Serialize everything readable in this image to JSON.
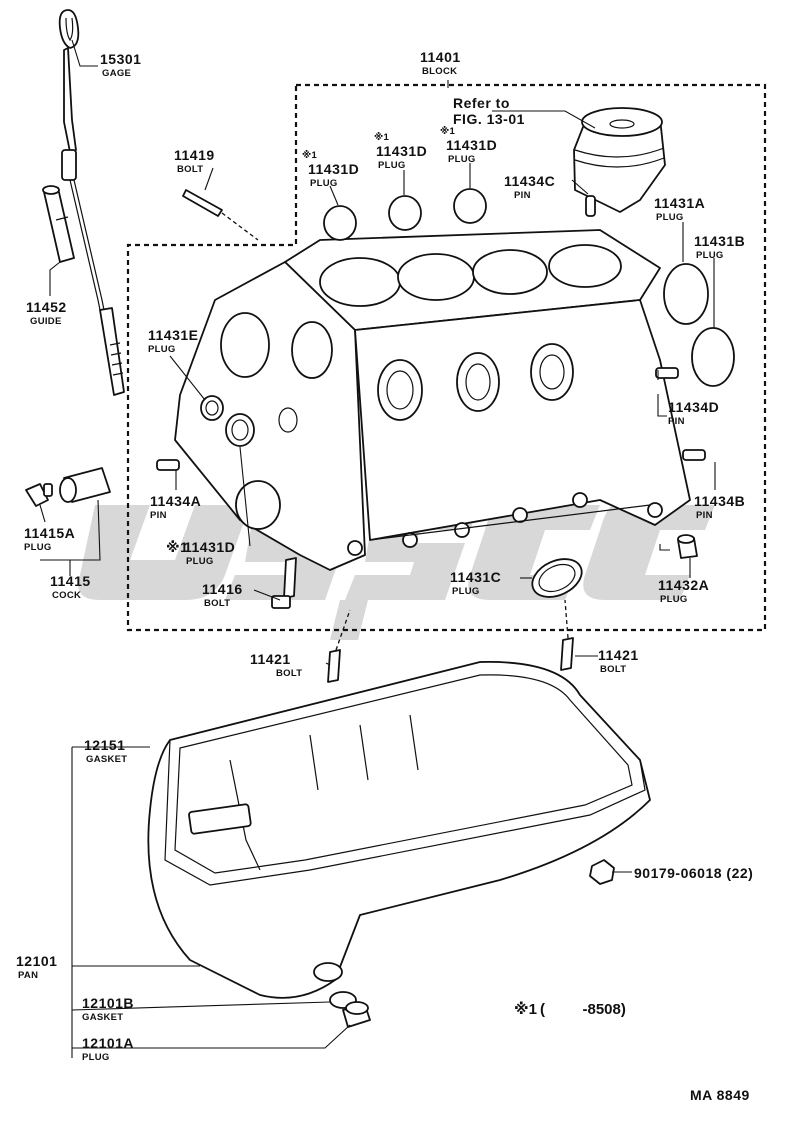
{
  "colors": {
    "ink": "#111111",
    "paper": "#ffffff",
    "watermark": "#b8b8b8"
  },
  "callouts": {
    "gage": {
      "number": "15301",
      "name": "GAGE"
    },
    "block": {
      "number": "11401",
      "name": "BLOCK"
    },
    "refer": {
      "line1": "Refer to",
      "line2": "FIG. 13-01"
    },
    "bolt_11419": {
      "number": "11419",
      "name": "BOLT"
    },
    "plug_11431d_a": {
      "mark": "※1",
      "number": "11431D",
      "name": "PLUG"
    },
    "plug_11431d_b": {
      "mark": "※1",
      "number": "11431D",
      "name": "PLUG"
    },
    "plug_11431d_c": {
      "mark": "※1",
      "number": "11431D",
      "name": "PLUG"
    },
    "pin_11434c": {
      "number": "11434C",
      "name": "PIN"
    },
    "plug_11431a": {
      "number": "11431A",
      "name": "PLUG"
    },
    "plug_11431b": {
      "number": "11431B",
      "name": "PLUG"
    },
    "guide": {
      "number": "11452",
      "name": "GUIDE"
    },
    "plug_11431e": {
      "number": "11431E",
      "name": "PLUG"
    },
    "pin_11434d": {
      "number": "11434D",
      "name": "PIN"
    },
    "pin_11434a": {
      "number": "11434A",
      "name": "PIN"
    },
    "pin_11434b": {
      "number": "11434B",
      "name": "PIN"
    },
    "plug_11415a": {
      "number": "11415A",
      "name": "PLUG"
    },
    "plug_11431d_d": {
      "mark": "※1",
      "number": "11431D",
      "name": "PLUG"
    },
    "cock": {
      "number": "11415",
      "name": "COCK"
    },
    "bolt_11416": {
      "number": "11416",
      "name": "BOLT"
    },
    "plug_11431c": {
      "number": "11431C",
      "name": "PLUG"
    },
    "plug_11432a": {
      "number": "11432A",
      "name": "PLUG"
    },
    "bolt_11421_a": {
      "number": "11421",
      "name": "BOLT"
    },
    "bolt_11421_b": {
      "number": "11421",
      "name": "BOLT"
    },
    "gasket_12151": {
      "number": "12151",
      "name": "GASKET"
    },
    "nut": {
      "number": "90179-06018 (22)"
    },
    "pan": {
      "number": "12101",
      "name": "PAN"
    },
    "gasket_12101b": {
      "number": "12101B",
      "name": "GASKET"
    },
    "plug_12101a": {
      "number": "12101A",
      "name": "PLUG"
    }
  },
  "footnote": {
    "mark": "※1",
    "text": "(         -8508)"
  },
  "figure_code": "MA 8849",
  "icons": {
    "watermark": "toyota-parts-watermark-icon"
  }
}
